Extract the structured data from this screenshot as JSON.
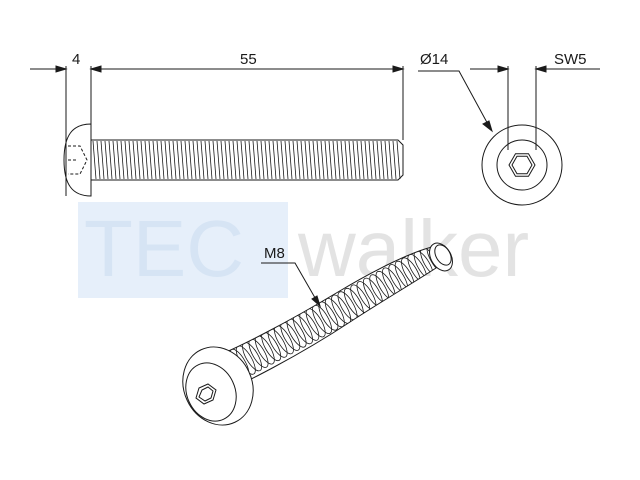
{
  "dimensions": {
    "head_height": "4",
    "shank_length": "55",
    "head_diameter": "Ø14",
    "socket_size": "SW5",
    "thread": "M8"
  },
  "watermark": {
    "brand_left": "TEC",
    "brand_right": "walker"
  },
  "colors": {
    "line": "#1a1a1a",
    "watermark_box": "#e6effa",
    "watermark_left": "#d6e4f4",
    "watermark_right": "#e3e3e3"
  }
}
